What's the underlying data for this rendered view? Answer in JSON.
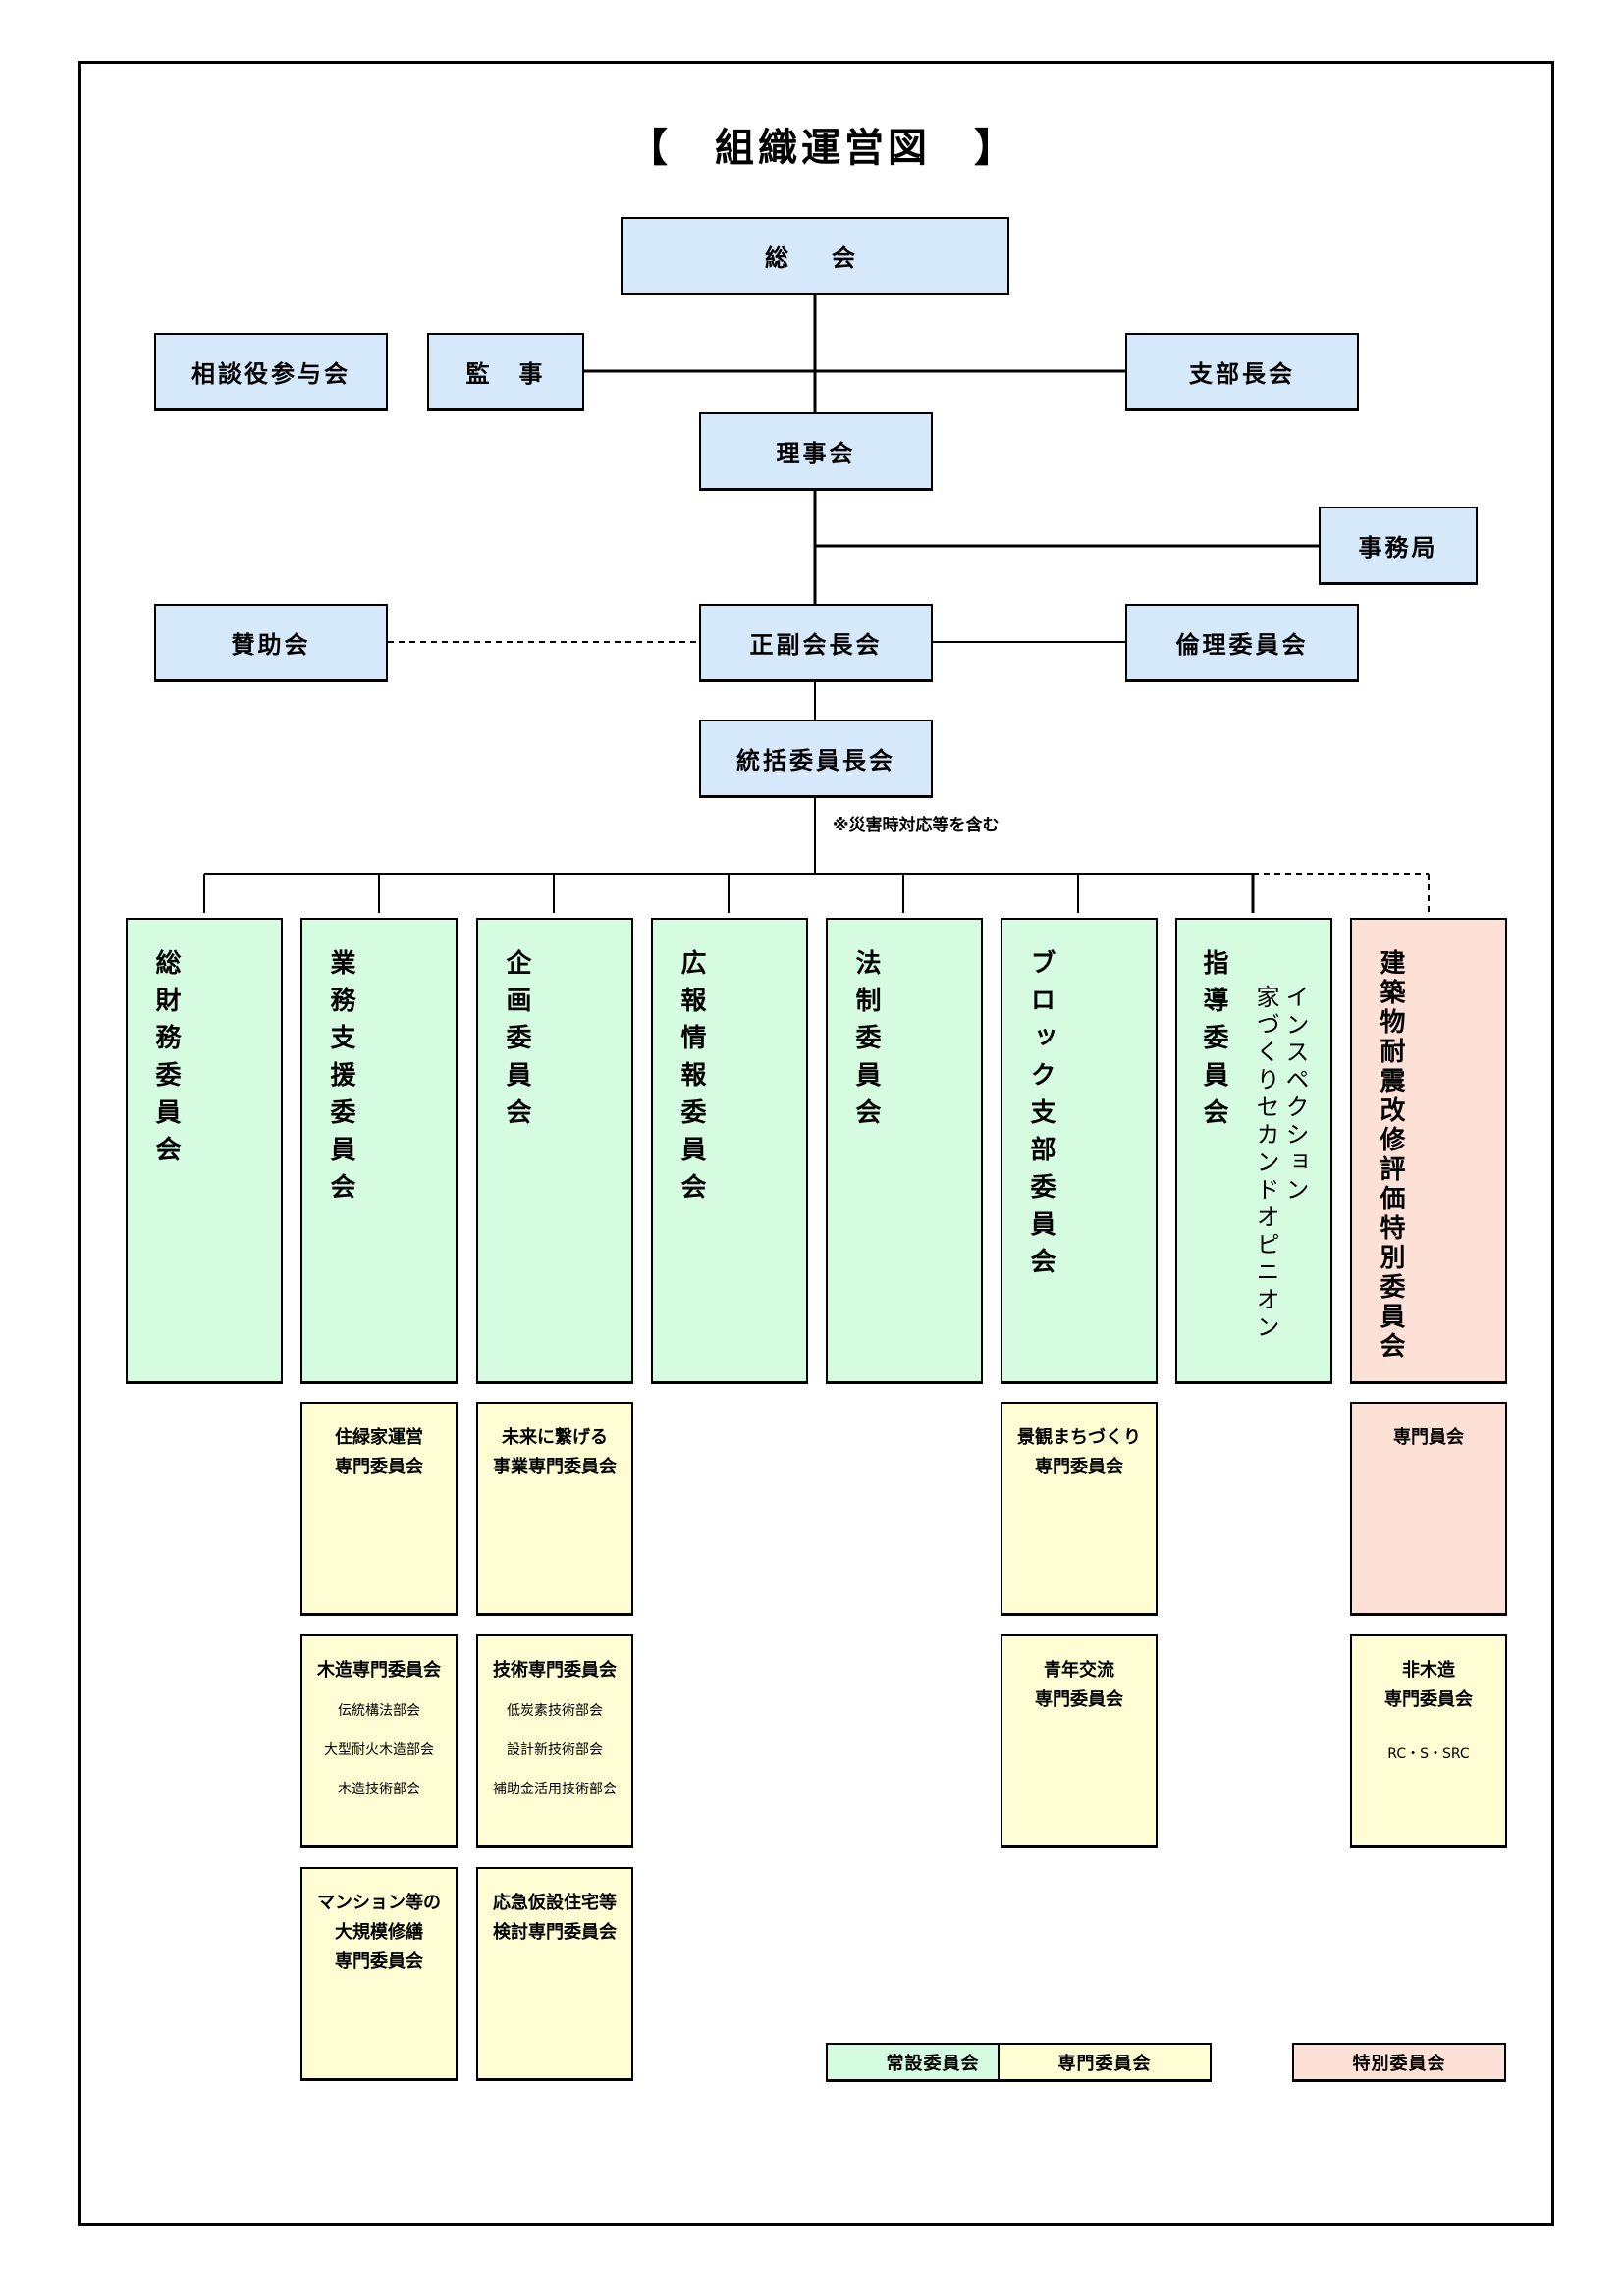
{
  "title": "【　組織運営図　】",
  "top": {
    "general_assembly": "総　会",
    "advisors": "相談役参与会",
    "auditors": "監　事",
    "branch_heads": "支部長会",
    "board": "理事会",
    "secretariat": "事務局",
    "supporters": "賛助会",
    "presidents": "正副会長会",
    "ethics": "倫理委員会",
    "chairs": "統括委員長会",
    "note": "※災害時対応等を含む"
  },
  "committees": [
    {
      "label": "総財務委員会",
      "type": "standing"
    },
    {
      "label": "業務支援委員会",
      "type": "standing"
    },
    {
      "label": "企画委員会",
      "type": "standing"
    },
    {
      "label": "広報情報委員会",
      "type": "standing"
    },
    {
      "label": "法制委員会",
      "type": "standing"
    },
    {
      "label": "ブロック支部委員会",
      "type": "standing"
    },
    {
      "label": "指導委員会",
      "sublabel_1": "インスペクション",
      "sublabel_2": "家づくりセカンドオピニオン",
      "type": "standing"
    },
    {
      "label": "建築物耐震改修評価特別委員会",
      "type": "special"
    }
  ],
  "subcommittees": {
    "col2": [
      {
        "lines": [
          "住緑家運営",
          "専門委員会"
        ]
      },
      {
        "lines": [
          "木造専門委員会"
        ],
        "items": [
          "伝統構法部会",
          "大型耐火木造部会",
          "木造技術部会"
        ]
      },
      {
        "lines": [
          "マンション等の",
          "大規模修繕",
          "専門委員会"
        ]
      }
    ],
    "col3": [
      {
        "lines": [
          "未来に繋げる",
          "事業専門委員会"
        ]
      },
      {
        "lines": [
          "技術専門委員会"
        ],
        "items": [
          "低炭素技術部会",
          "設計新技術部会",
          "補助金活用技術部会"
        ]
      },
      {
        "lines": [
          "応急仮設住宅等",
          "検討専門委員会"
        ]
      }
    ],
    "col6": [
      {
        "lines": [
          "景観まちづくり",
          "専門委員会"
        ]
      },
      {
        "lines": [
          "青年交流",
          "専門委員会"
        ]
      }
    ],
    "col8": [
      {
        "lines": [
          "専門員会"
        ]
      },
      {
        "lines": [
          "非木造",
          "専門委員会"
        ],
        "items": [
          "RC・S・SRC"
        ]
      }
    ]
  },
  "legend": {
    "standing": "常設委員会",
    "expert": "専門委員会",
    "special": "特別委員会"
  },
  "colors": {
    "blue": "#d6e9fb",
    "green": "#d5fbe0",
    "yellow": "#fefdd4",
    "pink": "#fde1d7"
  }
}
